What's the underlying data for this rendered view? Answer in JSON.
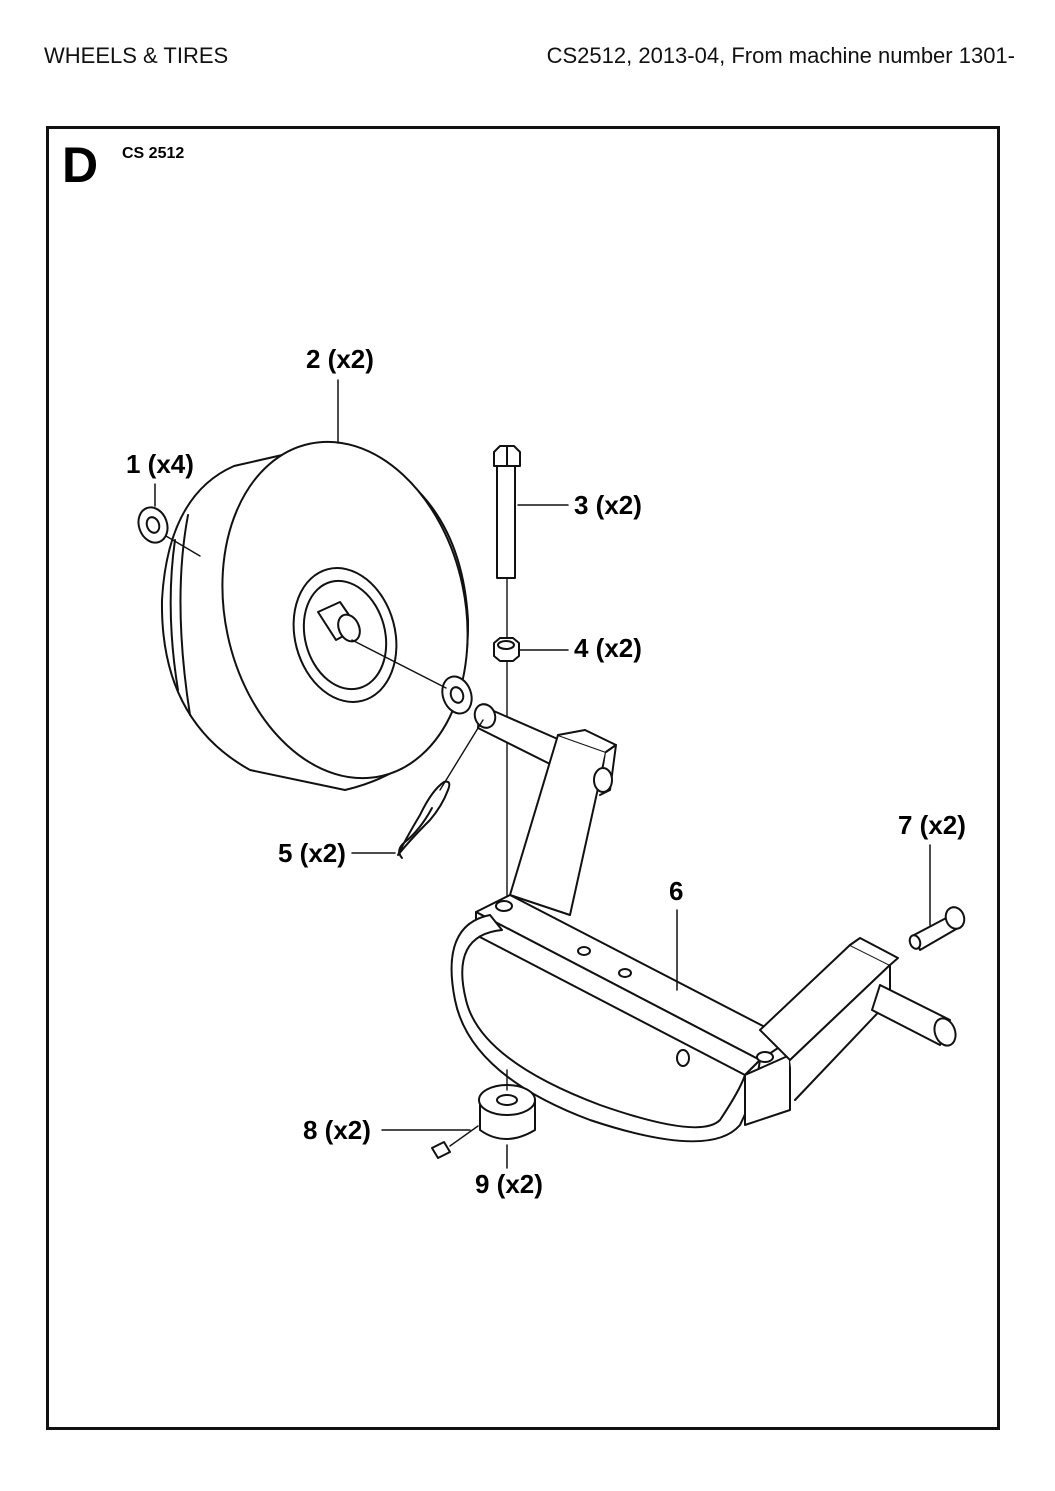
{
  "header": {
    "title": "WHEELS & TIRES",
    "model_info": "CS2512, 2013-04, From machine number 1301-"
  },
  "section": {
    "letter": "D",
    "model": "CS 2512"
  },
  "callouts": [
    {
      "id": "1",
      "text": "1 (x4)"
    },
    {
      "id": "2",
      "text": "2 (x2)"
    },
    {
      "id": "3",
      "text": "3 (x2)"
    },
    {
      "id": "4",
      "text": "4 (x2)"
    },
    {
      "id": "5",
      "text": "5 (x2)"
    },
    {
      "id": "6",
      "text": "6"
    },
    {
      "id": "7",
      "text": "7 (x2)"
    },
    {
      "id": "8",
      "text": "8 (x2)"
    },
    {
      "id": "9",
      "text": "9 (x2)"
    }
  ]
}
